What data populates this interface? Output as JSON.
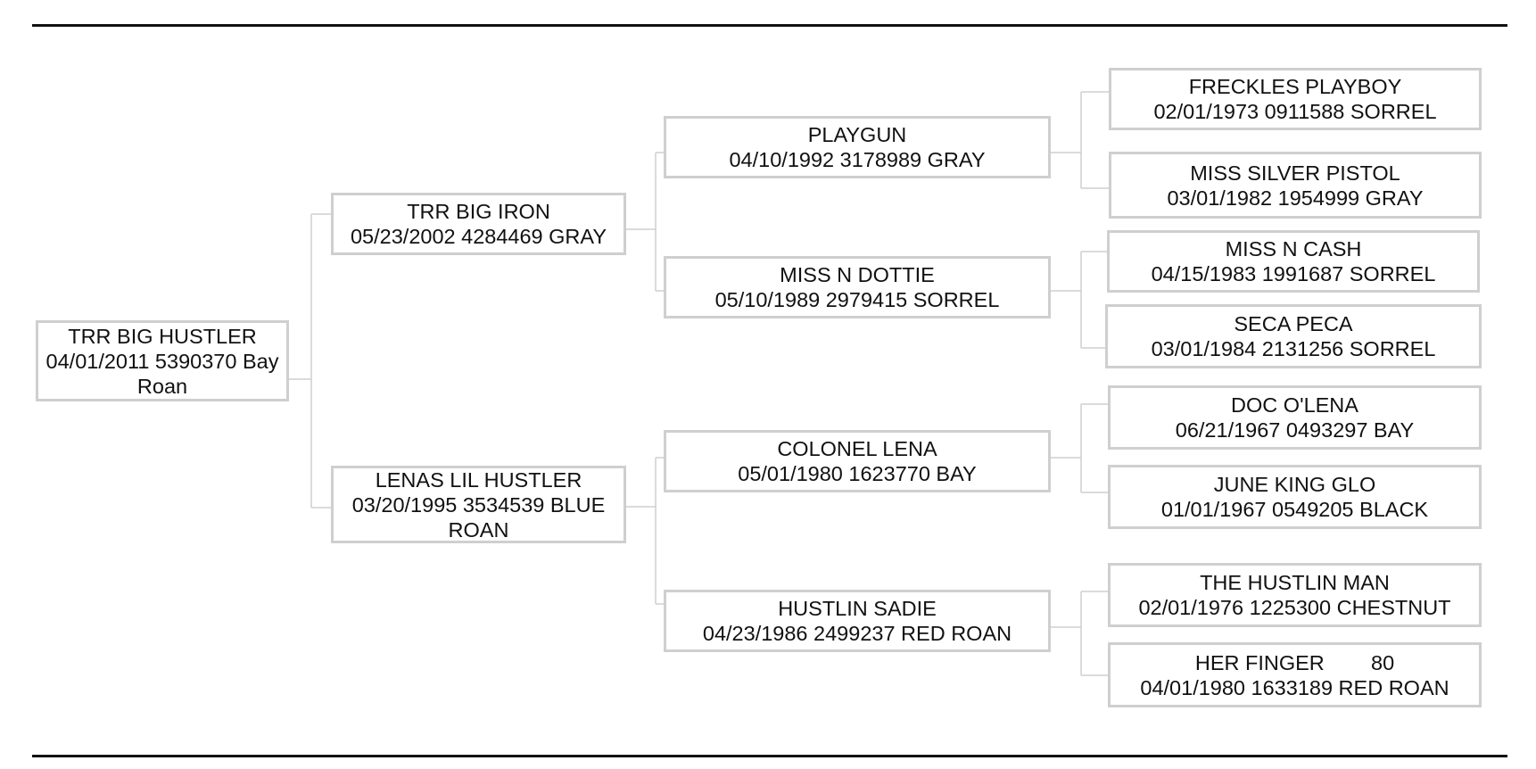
{
  "pedigree": {
    "subject": {
      "name": "TRR BIG HUSTLER",
      "details": "04/01/2011 5390370 Bay Roan"
    },
    "sire": {
      "name": "TRR BIG IRON",
      "details": "05/23/2002 4284469 GRAY"
    },
    "dam": {
      "name": "LENAS LIL HUSTLER",
      "details": "03/20/1995 3534539 BLUE ROAN"
    },
    "sire_sire": {
      "name": "PLAYGUN",
      "details": "04/10/1992 3178989 GRAY"
    },
    "sire_dam": {
      "name": "MISS N DOTTIE",
      "details": "05/10/1989 2979415 SORREL"
    },
    "dam_sire": {
      "name": "COLONEL LENA",
      "details": "05/01/1980 1623770 BAY"
    },
    "dam_dam": {
      "name": "HUSTLIN SADIE",
      "details": "04/23/1986 2499237 RED ROAN"
    },
    "ggs_1": {
      "name": "FRECKLES PLAYBOY",
      "details": "02/01/1973 0911588 SORREL"
    },
    "ggs_2": {
      "name": "MISS SILVER PISTOL",
      "details": "03/01/1982 1954999 GRAY"
    },
    "ggs_3": {
      "name": "MISS N CASH",
      "details": "04/15/1983 1991687 SORREL"
    },
    "ggs_4": {
      "name": "SECA PECA",
      "details": "03/01/1984 2131256 SORREL"
    },
    "ggs_5": {
      "name": "DOC O'LENA",
      "details": "06/21/1967 0493297 BAY"
    },
    "ggs_6": {
      "name": "JUNE KING GLO",
      "details": "01/01/1967 0549205 BLACK"
    },
    "ggs_7": {
      "name": "THE HUSTLIN MAN",
      "details": "02/01/1976 1225300 CHESTNUT"
    },
    "ggs_8": {
      "name": "HER FINGER        80",
      "details": "04/01/1980 1633189 RED ROAN"
    }
  },
  "colors": {
    "box_border": "#cfcfcf",
    "rule": "#111111",
    "text": "#111111"
  }
}
